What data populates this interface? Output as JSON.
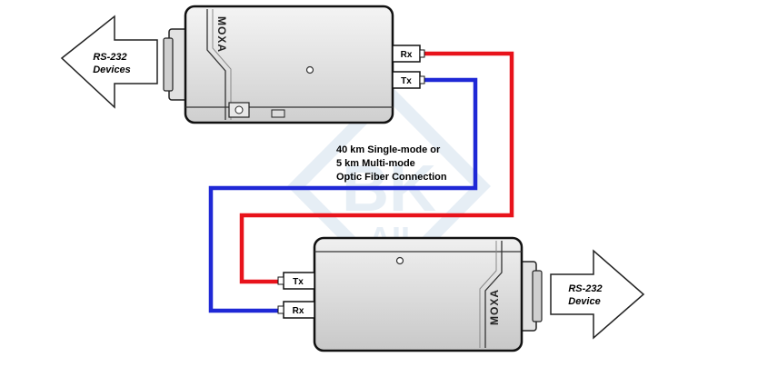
{
  "brand": "MOXA",
  "left_arrow": {
    "line1": "RS-232",
    "line2": "Devices"
  },
  "right_arrow": {
    "line1": "RS-232",
    "line2": "Device"
  },
  "top_unit": {
    "rx_label": "Rx",
    "tx_label": "Tx"
  },
  "bottom_unit": {
    "tx_label": "Tx",
    "rx_label": "Rx"
  },
  "connection_note": {
    "line1": "40 km Single-mode or",
    "line2": "5 km Multi-mode",
    "line3": "Optic Fiber Connection"
  },
  "colors": {
    "rx_fiber": "#e8131b",
    "tx_fiber": "#1f28d6",
    "watermark": "#4a7fb8"
  }
}
